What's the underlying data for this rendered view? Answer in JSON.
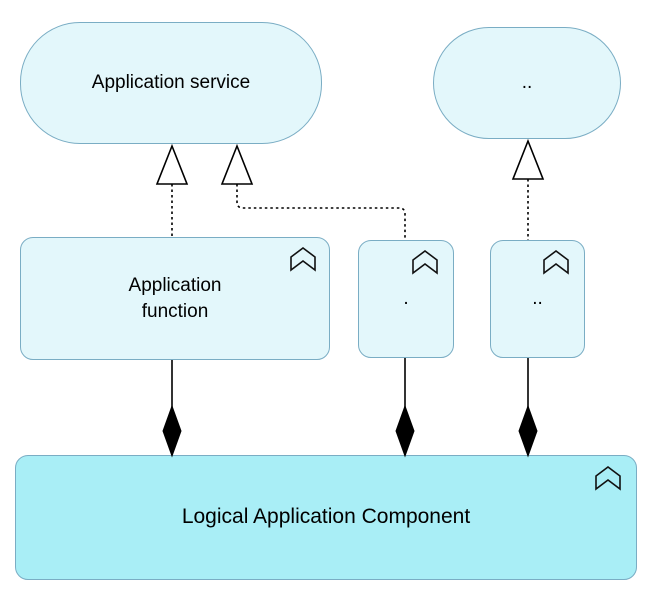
{
  "nodes": {
    "application_service": {
      "label": "Application service",
      "kind": "application-service"
    },
    "service_placeholder": {
      "label": "..",
      "kind": "application-service"
    },
    "application_function": {
      "label": "Application function",
      "kind": "application-function"
    },
    "function_placeholder_1": {
      "label": ".",
      "kind": "application-function"
    },
    "function_placeholder_2": {
      "label": "..",
      "kind": "application-function"
    },
    "logical_application_component": {
      "label": "Logical Application Component",
      "kind": "logical-application-component"
    }
  },
  "icons": {
    "function_marker": "archimate-chevron-icon"
  },
  "connectors": [
    {
      "type": "realization",
      "from": "application_function",
      "to": "application_service",
      "style": "dotted-line-hollow-triangle"
    },
    {
      "type": "realization",
      "from": "function_placeholder_1",
      "to": "application_service",
      "style": "dotted-line-hollow-triangle"
    },
    {
      "type": "realization",
      "from": "function_placeholder_2",
      "to": "service_placeholder",
      "style": "dotted-line-hollow-triangle"
    },
    {
      "type": "composition",
      "from": "logical_application_component",
      "to": "application_function",
      "style": "solid-line-filled-diamond"
    },
    {
      "type": "composition",
      "from": "logical_application_component",
      "to": "function_placeholder_1",
      "style": "solid-line-filled-diamond"
    },
    {
      "type": "composition",
      "from": "logical_application_component",
      "to": "function_placeholder_2",
      "style": "solid-line-filled-diamond"
    }
  ],
  "colors": {
    "node_fill": "#e3f7fb",
    "component_fill": "#a9eef6",
    "node_border": "#7aadc4",
    "connector": "#000000",
    "canvas_bg": "#ffffff"
  }
}
